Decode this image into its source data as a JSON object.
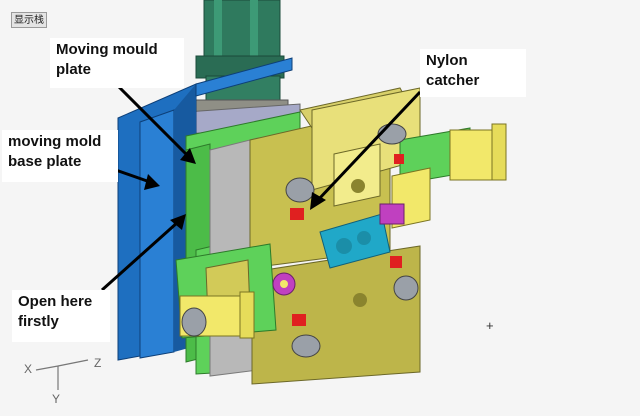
{
  "toolbar": {
    "display_label": "显示栈"
  },
  "labels": {
    "moving_mould_plate": "Moving mould plate",
    "moving_mold_base_plate": "moving mold base plate",
    "nylon_catcher": "Nylon catcher",
    "open_here_firstly": "Open here firstly"
  },
  "axes": {
    "x": "X",
    "y": "Y",
    "z": "Z"
  },
  "colors": {
    "base_plate_blue": "#1e6fc0",
    "plate_green": "#5ed15a",
    "plate_olive": "#c8c050",
    "cylinder_green": "#2f7a5e",
    "insert_gray": "#b8b8b8",
    "cylinder_yellow": "#f2e86a",
    "accent_magenta": "#c040c0",
    "accent_cyan": "#20a8c8",
    "accent_red": "#e02020",
    "arrow_black": "#000000"
  }
}
